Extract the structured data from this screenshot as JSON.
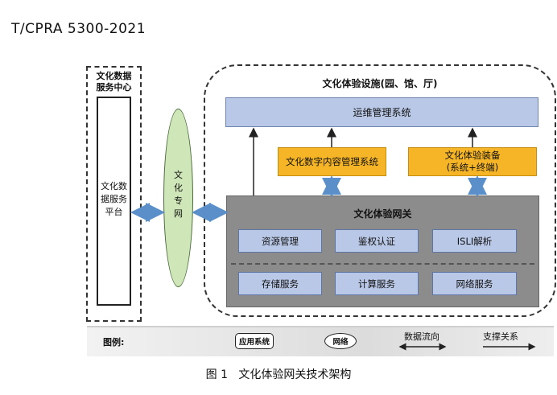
{
  "header": {
    "standard_code": "T/CPRA 5300-2021"
  },
  "data_center": {
    "title": "文化数据\n服务中心",
    "platform_label": "文化数\n据服务\n平台"
  },
  "network": {
    "label": "文\n化\n专\n网"
  },
  "facility": {
    "title": "文化体验设施(园、馆、厅)",
    "ops_system": "运维管理系统",
    "content_system": "文化数字内容管理系统",
    "equipment": {
      "line1": "文化体验装备",
      "line2": "(系统+终端)"
    }
  },
  "gateway": {
    "title": "文化体验网关",
    "row1": [
      "资源管理",
      "鉴权认证",
      "ISLI解析"
    ],
    "row2": [
      "存储服务",
      "计算服务",
      "网络服务"
    ]
  },
  "legend": {
    "label": "图例:",
    "app_system": "应用系统",
    "network": "网络",
    "data_flow": "数据流向",
    "support": "支撑关系"
  },
  "caption": "图 1   文化体验网关技术架构",
  "colors": {
    "ops_blue": "#b9c8e6",
    "yellow": "#f5b526",
    "gateway_gray": "#8c8c8c",
    "network_green": "#cfe7b8",
    "arrow_blue": "#5b8fc9"
  }
}
